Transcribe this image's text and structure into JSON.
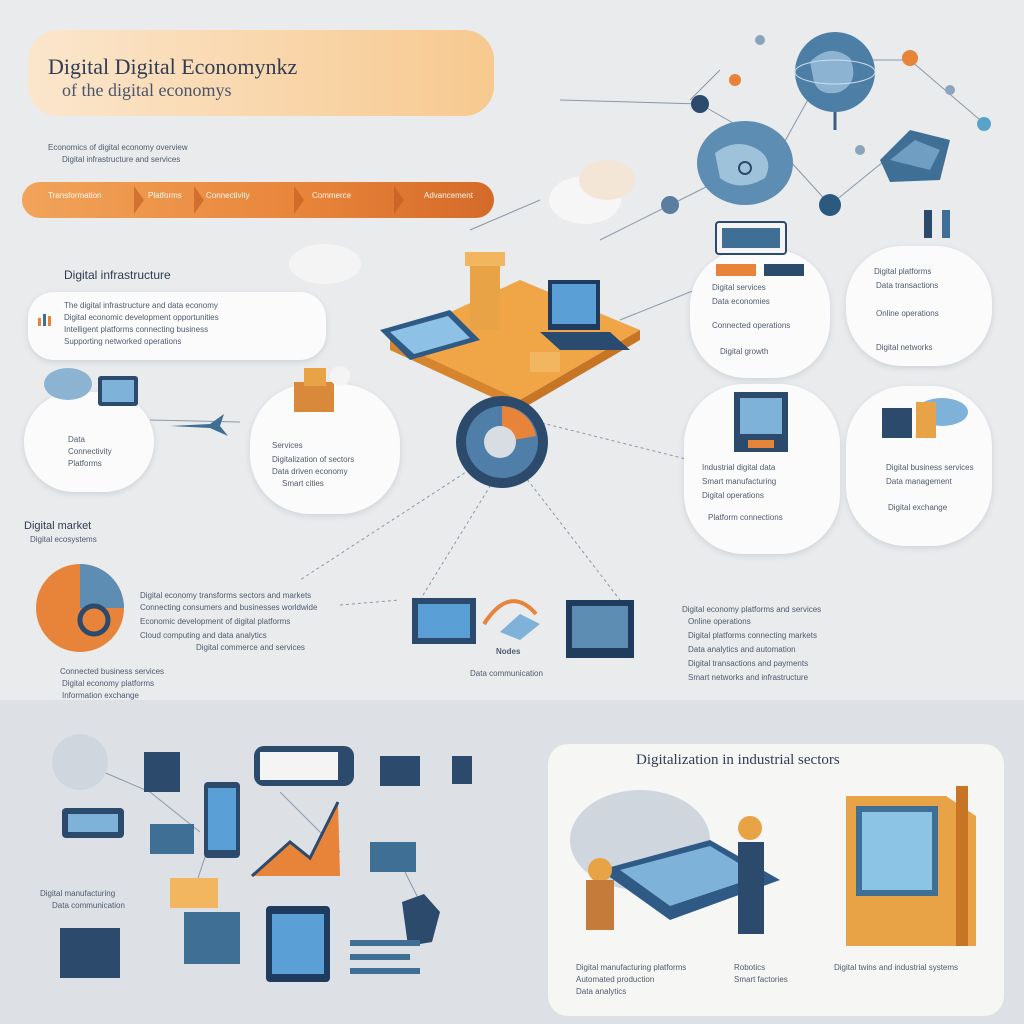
{
  "header": {
    "title_line1": "Digital Digital Economynkz",
    "title_line2": "of the digital economys",
    "intro_line1": "Economics of digital economy overview",
    "intro_line2": "Digital infrastructure and services"
  },
  "steps": [
    "Transformation",
    "Platforms",
    "Connectivity",
    "Commerce",
    "Advancement"
  ],
  "sections": {
    "infrastructure_title": "Digital infrastructure",
    "market_title": "Digital market",
    "market_subtitle": "Digital ecosystems",
    "bottom_panel_title": "Digitalization in industrial sectors"
  },
  "cards": {
    "top_left": [
      "The digital infrastructure and data economy",
      "Digital economic development opportunities",
      "Intelligent platforms connecting business",
      "Supporting networked operations"
    ],
    "mid_left": [
      "Data",
      "Connectivity",
      "Platforms"
    ],
    "center_left": [
      "Services",
      "Digitalization of sectors",
      "Data driven economy",
      "Smart cities"
    ],
    "right_a": [
      "Digital services",
      "Data economies",
      "Connected operations",
      "Digital growth"
    ],
    "right_b": [
      "Digital platforms",
      "Data transactions",
      "Online operations",
      "Digital networks"
    ],
    "right_c": [
      "Industrial digital data",
      "Smart manufacturing",
      "Digital operations",
      "Platform connections"
    ],
    "right_d": [
      "Digital business services",
      "Data management",
      "Digital exchange"
    ]
  },
  "market_text": [
    "Digital economy transforms sectors and markets",
    "Connecting consumers and businesses worldwide",
    "Economic development of digital platforms",
    "Cloud computing and data analytics",
    "Digital commerce and services"
  ],
  "business_text": [
    "Connected business services",
    "Digital economy platforms",
    "Information exchange"
  ],
  "right_text": [
    "Digital economy platforms and services",
    "Online operations",
    "Digital platforms connecting markets",
    "Data analytics and automation",
    "Digital transactions and payments",
    "Smart networks and infrastructure"
  ],
  "bottom_left_text": [
    "Digital manufacturing",
    "Data communication"
  ],
  "bottom_panel_captions": [
    "Digital manufacturing platforms",
    "Automated production",
    "Data analytics",
    "Robotics",
    "Smart factories",
    "Digital twins and industrial systems"
  ],
  "center_label": "Nodes",
  "center_sublabel": "Data communication",
  "colors": {
    "orange": "#e8843a",
    "blue": "#3f6f95",
    "dark_blue": "#2c4a6b",
    "light_bg": "#e9ebed"
  }
}
